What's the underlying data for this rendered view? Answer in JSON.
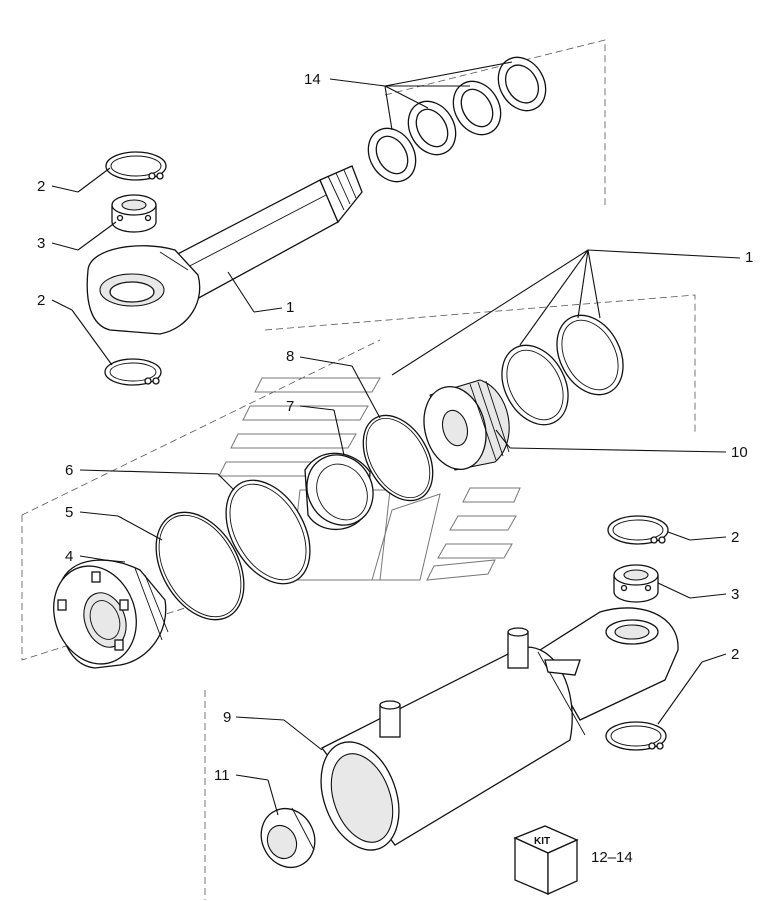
{
  "callouts": {
    "c14": "14",
    "c2a": "2",
    "c3a": "3",
    "c1a": "1",
    "c2b": "2",
    "c1b": "1",
    "c8": "8",
    "c7": "7",
    "c10": "10",
    "c6": "6",
    "c5": "5",
    "c4": "4",
    "c2c": "2",
    "c3b": "3",
    "c2d": "2",
    "c9": "9",
    "c11": "11"
  },
  "kit": {
    "box_label": "KIT",
    "range_label": "12–14"
  }
}
